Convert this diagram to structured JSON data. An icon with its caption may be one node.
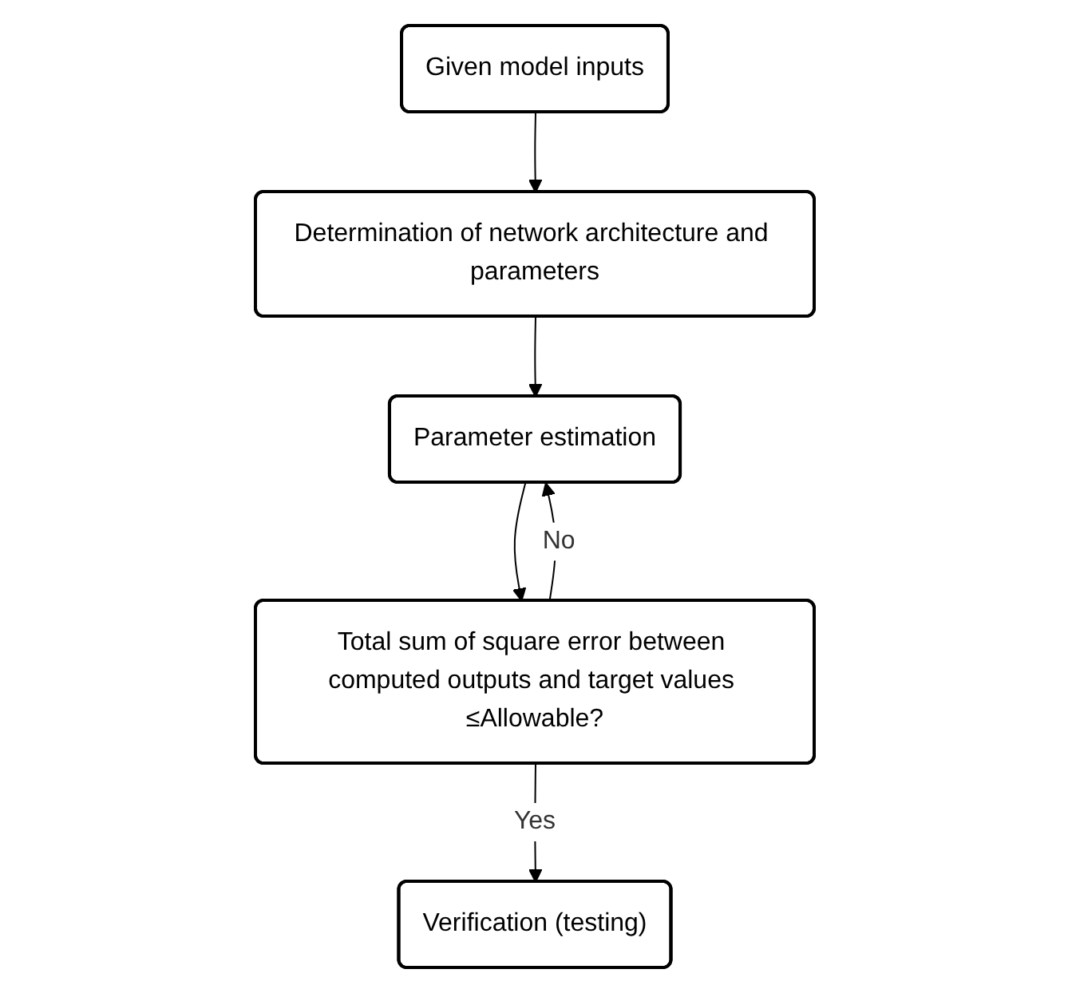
{
  "diagram": {
    "nodes": [
      {
        "text": [
          "Given model inputs"
        ]
      },
      {
        "text": [
          "Determination of network architecture and parameters"
        ]
      },
      {
        "text": [
          "Parameter estimation"
        ]
      },
      {
        "text": [
          "Total sum of square error between computed outputs and target values ≤Allowable?"
        ]
      },
      {
        "text": [
          "Verification (testing)"
        ]
      }
    ],
    "edges": [
      {
        "from": 0,
        "to": 1,
        "arrow": "to"
      },
      {
        "from": 1,
        "to": 2,
        "arrow": "to"
      },
      {
        "from": 2,
        "to": 3,
        "arrow": "to"
      },
      {
        "from": 3,
        "to": 4,
        "arrow": "to",
        "label": "Yes"
      },
      {
        "from": 3,
        "to": 2,
        "arrow": "to",
        "label": "No"
      }
    ]
  }
}
